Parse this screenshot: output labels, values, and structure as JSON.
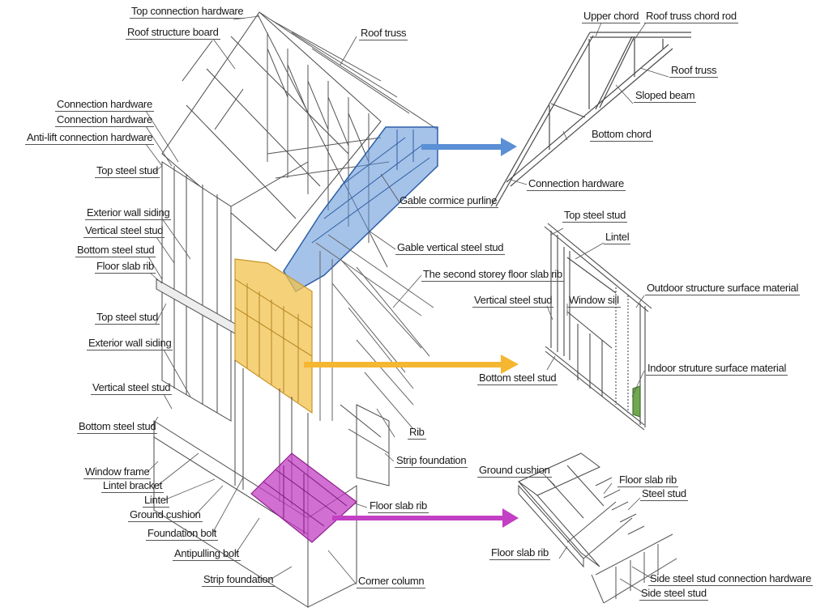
{
  "diagram": {
    "title": "",
    "colors": {
      "roof_highlight": "#5b8fd6",
      "wall_highlight": "#f2c14e",
      "floor_highlight": "#c33fc3",
      "interior_material": "#6fa84f",
      "line": "#4a4a4a"
    },
    "main_building_labels": {
      "left": [
        "Top connection hardware",
        "Roof structure board",
        "Connection hardware",
        "Connection hardware",
        "Anti-lift connection hardware",
        "Top steel stud",
        "Exterior wall siding",
        "Vertical steel stud",
        "Bottom steel stud",
        "Floor slab rib",
        "Top steel stud",
        "Exterior wall siding",
        "Vertical steel stud",
        "Bottom steel stud",
        "Window frame",
        "Lintel bracket",
        "Lintel",
        "Ground cushion",
        "Foundation bolt",
        "Antipulling bolt",
        "Strip foundation"
      ],
      "right": [
        "Roof truss",
        "Gable cormice purline",
        "Gable vertical steel stud",
        "The second storey floor slab rib",
        "Rib",
        "Strip foundation",
        "Floor slab rib",
        "Corner column"
      ]
    },
    "detail_roof_truss": {
      "highlight": "blue",
      "labels": [
        "Upper chord",
        "Roof truss chord rod",
        "Roof truss",
        "Sloped beam",
        "Bottom chord",
        "Connection hardware"
      ]
    },
    "detail_wall": {
      "highlight": "yellow",
      "labels": [
        "Top steel stud",
        "Lintel",
        "Outdoor structure surface material",
        "Vertical steel stud",
        "Window sill",
        "Bottom steel stud",
        "Indoor struture surface material"
      ]
    },
    "detail_floor": {
      "highlight": "magenta",
      "labels": [
        "Ground cushion",
        "Floor slab rib",
        "Steel stud",
        "Floor slab rib",
        "Side steel stud connection hardware",
        "Side steel stud"
      ]
    }
  }
}
